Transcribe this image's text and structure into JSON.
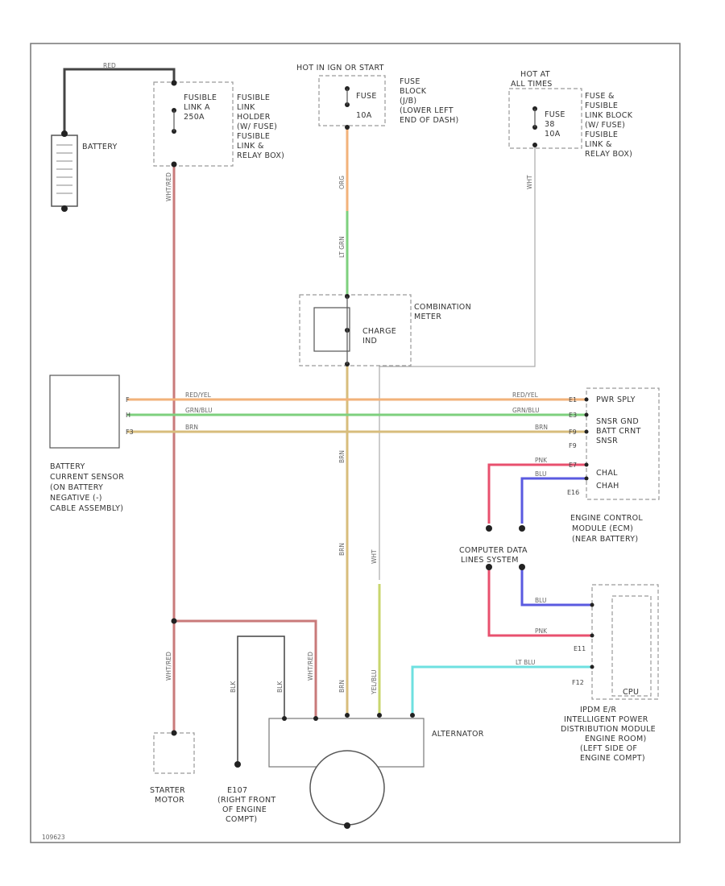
{
  "diagram": {
    "colors": {
      "red_wire": "#c97a7a",
      "orange_wire": "#f2b27a",
      "green_wire": "#7ed07e",
      "tan_wire": "#d8bd7c",
      "yellow_wire": "#c8d66e",
      "pink_wire": "#e8506e",
      "blue_wire": "#5a5ae0",
      "cyan_wire": "#6ee0e0",
      "gray_wire": "#aaaaaa",
      "black_wire": "#444444"
    },
    "labels": {
      "battery": "BATTERY",
      "fusible_link": [
        "FUSIBLE",
        "LINK A",
        "250A"
      ],
      "fusible_link_holder": [
        "FUSIBLE",
        "LINK",
        "HOLDER",
        "(W/ FUSE)",
        "FUSIBLE",
        "LINK &",
        "RELAY BOX)"
      ],
      "hot_ign": "HOT IN IGN OR START",
      "fuse_block": [
        "FUSE",
        "10A"
      ],
      "fuse_block_desc": [
        "FUSE",
        "BLOCK",
        "(J/B)",
        "(LOWER LEFT",
        "END OF DASH)"
      ],
      "hot_at": [
        "HOT AT",
        "ALL TIMES"
      ],
      "fuse_38": [
        "FUSE",
        "38",
        "10A"
      ],
      "fuse_fusible_desc": [
        "FUSE &",
        "FUSIBLE",
        "LINK BLOCK",
        "(W/ FUSE)",
        "FUSIBLE",
        "LINK &",
        "RELAY BOX)"
      ],
      "combination_meter": [
        "COMBINATION",
        "METER"
      ],
      "charge_ind": [
        "CHARGE",
        "IND"
      ],
      "battery_current_sensor": [
        "BATTERY",
        "CURRENT SENSOR",
        "(ON BATTERY",
        "NEGATIVE (-)",
        "CABLE ASSEMBLY)"
      ],
      "ecm_pins": [
        "PWR SPLY",
        "SNSR GND",
        "BATT CRNT",
        "SNSR",
        "CHAL",
        "CHAH"
      ],
      "ecm": [
        "ENGINE CONTROL",
        "MODULE (ECM)",
        "(NEAR BATTERY)"
      ],
      "data_link": [
        "COMPUTER DATA",
        "LINES SYSTEM"
      ],
      "ipdm": [
        "IPDM E/R",
        "INTELLIGENT POWER",
        "DISTRIBUTION MODULE",
        "ENGINE ROOM)",
        "(LEFT SIDE OF",
        "ENGINE COMPT)"
      ],
      "cpu": "CPU",
      "alternator": "ALTERNATOR",
      "starter_motor": [
        "STARTER",
        "MOTOR"
      ],
      "ground": [
        "E107",
        "(RIGHT FRONT",
        "OF ENGINE",
        "COMPT)"
      ],
      "wire_red": "RED",
      "wire_wht_red": "WHT/RED",
      "wire_org": "ORG",
      "wire_lt_grn": "LT GRN",
      "wire_wht": "WHT",
      "wire_red_yel": "RED/YEL",
      "wire_grn_blu": "GRN/BLU",
      "wire_brn": "BRN",
      "wire_pnk": "PNK",
      "wire_blu": "BLU",
      "wire_lt_blu": "LT BLU",
      "wire_blk": "BLK",
      "wire_yel_blu": "YEL/BLU",
      "pin_f9": "F9",
      "pin_e16": "E16",
      "pin_e11": "E11",
      "pin_f12": "F12",
      "code": "109623"
    }
  }
}
